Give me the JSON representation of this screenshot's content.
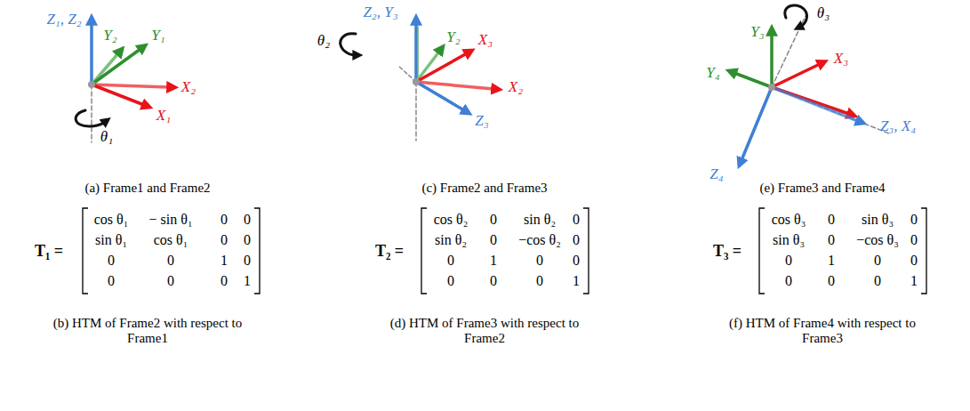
{
  "diagram": {
    "labels": [
      "Z₁, Z₂",
      "Y₂",
      "Y₁",
      "X₂",
      "X₁",
      "θ₁",
      "(a) Frame1 and Frame2",
      "T₁ =",
      "cos θ₁",
      "− sin θ₁",
      "0",
      "0",
      "sin θ₁",
      "cos θ₁",
      "0",
      "0",
      "0",
      "0",
      "1",
      "0",
      "0",
      "0",
      "0",
      "1",
      "(b) HTM of Frame2 with respect to Frame1",
      "Z₂, Y₃",
      "Y₂",
      "X₃",
      "X₂",
      "Z₃",
      "θ₂",
      "(c) Frame2 and Frame3",
      "T₂ =",
      "cos θ₂",
      "0",
      "sin θ₂",
      "0",
      "sin θ₂",
      "0",
      "−cos θ₂",
      "0",
      "0",
      "1",
      "0",
      "0",
      "0",
      "0",
      "0",
      "1",
      "(d) HTM of Frame3 with respect to Frame2",
      "Y₃",
      "θ₃",
      "X₃",
      "Y₄",
      "Z₃, X₄",
      "Z₄",
      "(e) Frame3 and Frame4",
      "T₃ =",
      "cos θ₃",
      "0",
      "sin θ₃",
      "0",
      "sin θ₃",
      "0",
      "−cos θ₃",
      "0",
      "0",
      "1",
      "0",
      "0",
      "0",
      "0",
      "0",
      "1",
      "(f) HTM of Frame4 with respect to Frame3"
    ]
  }
}
